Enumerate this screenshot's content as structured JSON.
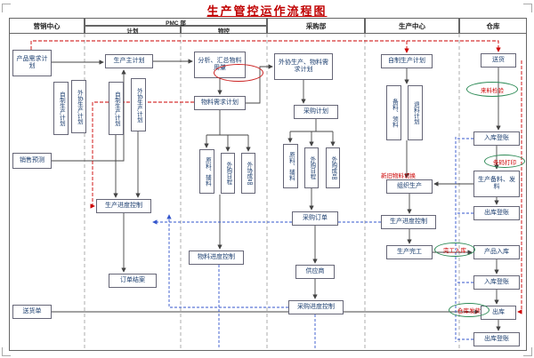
{
  "page": {
    "title": "生产管控运作流程图"
  },
  "lanes": {
    "marketing": "营销中心",
    "pmc": "PMC 部",
    "plan": "计划",
    "material_control": "物控",
    "purchasing": "采购部",
    "production": "生产中心",
    "warehouse": "仓库"
  },
  "nodes": {
    "product_demand_plan": {
      "label": "产品需求计划"
    },
    "self_plan_mkt": {
      "label": "自制生产计划"
    },
    "outsource_plan_mkt": {
      "label": "外协生产计划"
    },
    "sales_forecast": {
      "label": "销售预测"
    },
    "delivery_note": {
      "label": "送货单"
    },
    "master_production_plan": {
      "label": "生产主计划"
    },
    "self_production_plan": {
      "label": "自制生产计划"
    },
    "outsource_production_plan": {
      "label": "外协生产计划"
    },
    "production_progress_control_plan": {
      "label": "生产进度控制"
    },
    "order_closure": {
      "label": "订单结案"
    },
    "analyze_material_usage": {
      "label": "分析、汇总物料用量"
    },
    "material_requirement_plan": {
      "label": "物料需求计划"
    },
    "raw_aux_mc": {
      "label": "原料、辅料"
    },
    "outsource_schedule_mc": {
      "label": "外购日程"
    },
    "outsource_finished_mc": {
      "label": "外协成品"
    },
    "material_progress_control": {
      "label": "物料进度控制"
    },
    "outsource_material_req_plan": {
      "label": "外协生产、物料需求计划"
    },
    "purchase_plan": {
      "label": "采购计划"
    },
    "raw_aux_pur": {
      "label": "原料、辅料"
    },
    "outsource_schedule_pur": {
      "label": "外购日程"
    },
    "outsource_finished_pur": {
      "label": "外购成品"
    },
    "purchase_order": {
      "label": "采购订单"
    },
    "supplier": {
      "label": "供应商"
    },
    "purchase_progress_control": {
      "label": "采购进度控制"
    },
    "self_production_plan_pc": {
      "label": "自制生产计划"
    },
    "material_prepare": {
      "label": "备料、领料"
    },
    "return_material_plan": {
      "label": "退料计划"
    },
    "organize_production": {
      "label": "组织生产"
    },
    "production_progress_control_pc": {
      "label": "生产进度控制"
    },
    "production_complete": {
      "label": "生产完工"
    },
    "delivery": {
      "label": "送货"
    },
    "warehouse_entry_1": {
      "label": "入库登账"
    },
    "production_material_issue": {
      "label": "生产备料、发料"
    },
    "warehouse_exit_1": {
      "label": "出库登账"
    },
    "product_storage": {
      "label": "产品入库"
    },
    "warehouse_entry_2": {
      "label": "入库登账"
    },
    "outbound": {
      "label": "出库"
    },
    "warehouse_exit_2": {
      "label": "出库登账"
    }
  },
  "annotations": {
    "incoming_inspection": "来料检验",
    "barcode_print": "条码打印",
    "material_switch": "新旧物料切换",
    "complete_storage": "完工入库",
    "warehouse_ship": "仓库发货"
  },
  "colors": {
    "title": "#c00000",
    "annotation_text": "#cc0000",
    "highlight_oval": "#2e8b57",
    "red_flow_line": "#cc0000",
    "blue_flow_line": "#3355cc"
  }
}
